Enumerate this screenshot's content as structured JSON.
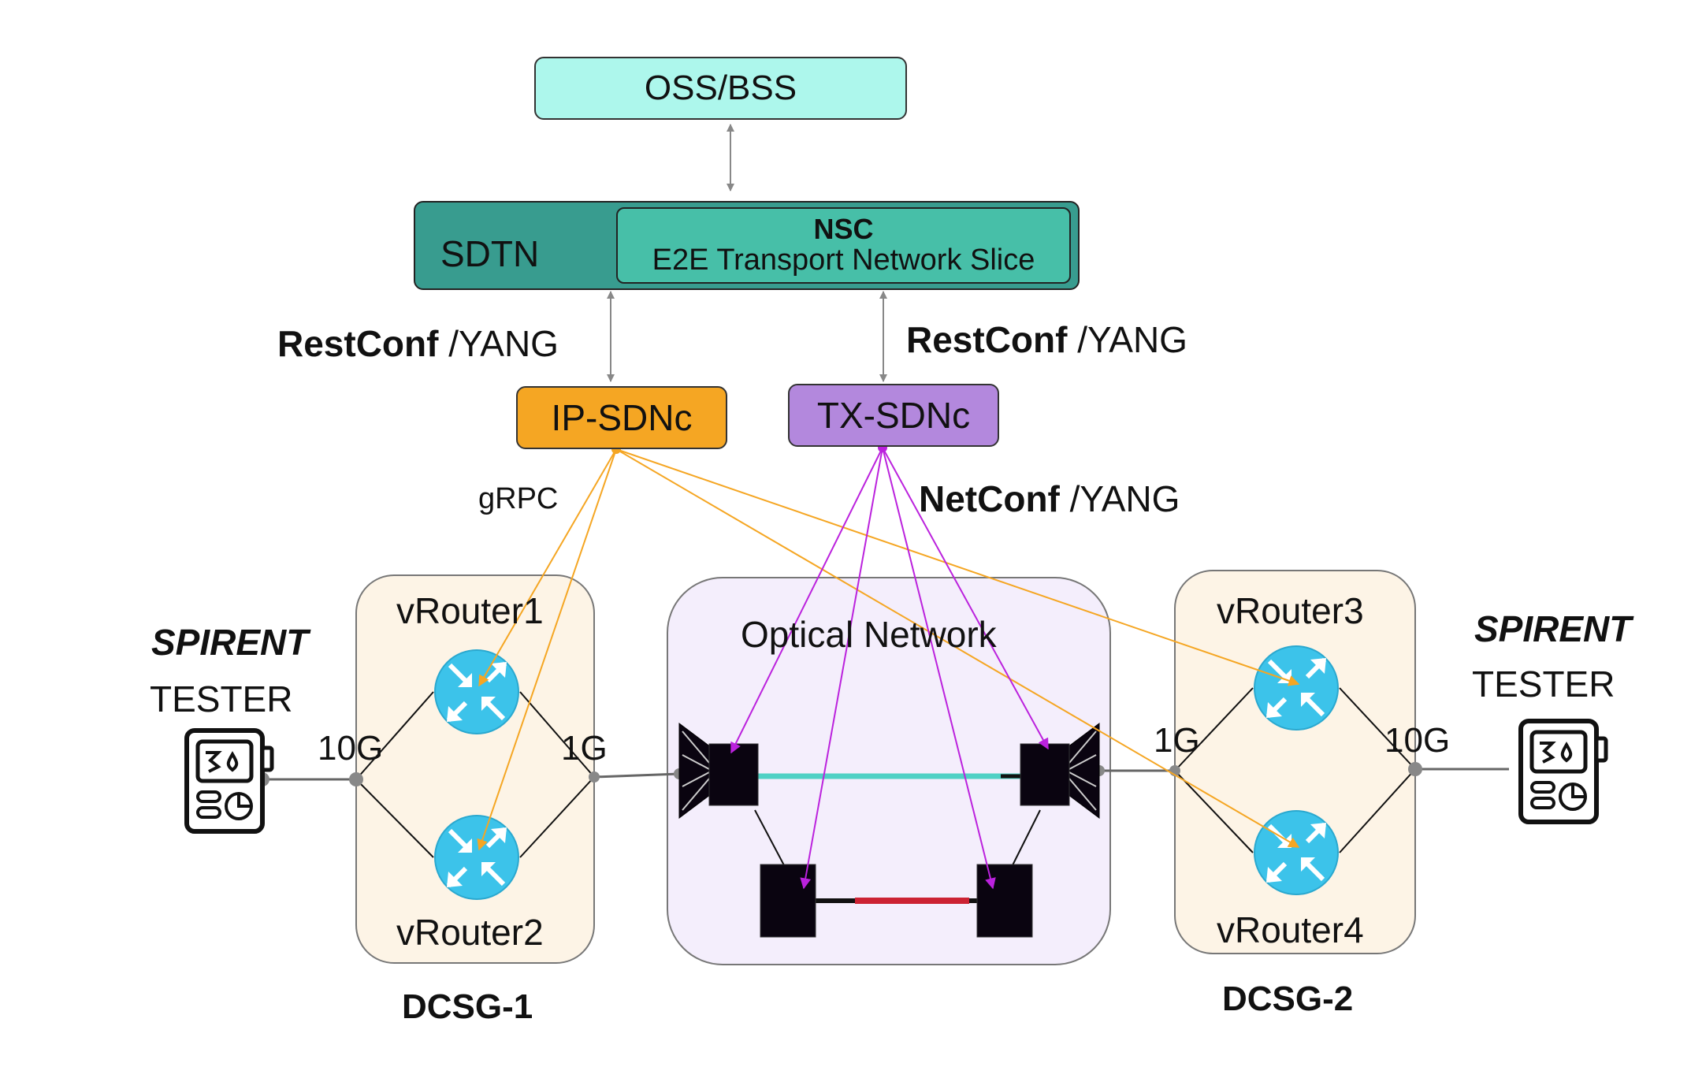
{
  "nodes": {
    "oss": "OSS/BSS",
    "sdtn": "SDTN",
    "nsc_title": "NSC",
    "nsc_sub": "E2E Transport Network Slice",
    "ip_sdnc": "IP-SDNc",
    "tx_sdnc": "TX-SDNc",
    "optical": "Optical Network",
    "vrouter1": "vRouter1",
    "vrouter2": "vRouter2",
    "vrouter3": "vRouter3",
    "vrouter4": "vRouter4",
    "dcsg1": "DCSG-1",
    "dcsg2": "DCSG-2"
  },
  "protocols": {
    "restconf_left_bold": "RestConf",
    "restconf_left_rest": " /YANG",
    "restconf_right_bold": "RestConf",
    "restconf_right_rest": " /YANG",
    "grpc": "gRPC",
    "netconf_bold": "NetConf",
    "netconf_rest": " /YANG"
  },
  "links": {
    "left_10g": "10G",
    "left_1g": "1G",
    "right_1g": "1G",
    "right_10g": "10G"
  },
  "testers": {
    "left_brand": "SPIRENT",
    "left_label": "TESTER",
    "right_brand": "SPIRENT",
    "right_label": "TESTER"
  },
  "colors": {
    "oss_fill": "#adf7ec",
    "sdtn_fill": "#389c8f",
    "nsc_fill": "#47bfa8",
    "ip_fill": "#f5a623",
    "tx_fill": "#b388dd",
    "grpc_line": "#f5a623",
    "netconf_line": "#bb22dd",
    "dcsg_fill": "#fdf4e6",
    "optical_fill": "#f4eefc",
    "router_fill": "#3cc3ea",
    "cyan_fiber": "#4fd1c5",
    "red_fiber": "#cc2233"
  },
  "icons": [
    "router-icon",
    "roadm-icon",
    "tester-icon"
  ]
}
